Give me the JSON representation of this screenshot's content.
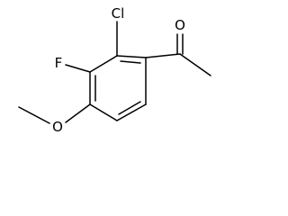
{
  "molecule": {
    "atoms": {
      "chlorine": "Cl",
      "fluorine": "F",
      "carbonyl_oxygen": "O",
      "ether_oxygen": "O"
    },
    "colors": {
      "bond": "#000000",
      "label": "#000000",
      "background": "#ffffff"
    }
  }
}
